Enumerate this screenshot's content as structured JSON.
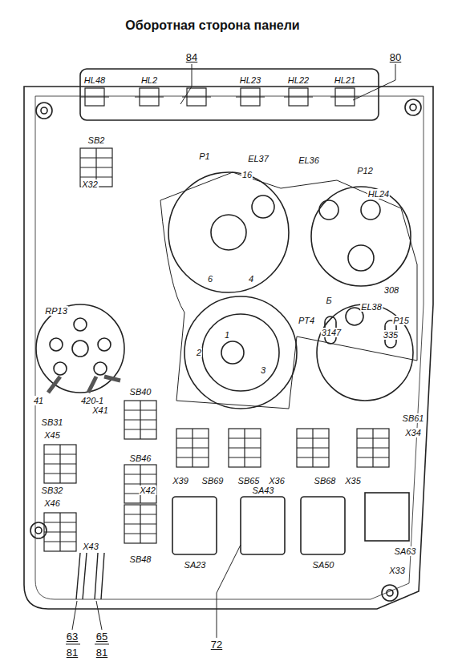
{
  "diagram": {
    "title": "Оборотная сторона панели",
    "labels": [
      "84",
      "80",
      "HL48",
      "HL2",
      "HL23",
      "HL22",
      "HL21",
      "SB2",
      "X32",
      "P1",
      "16",
      "EL37",
      "EL36",
      "P12",
      "HL24",
      "6",
      "4",
      "Б",
      "308",
      "RP13",
      "41",
      "420-1",
      "PT4",
      "1",
      "2",
      "3",
      "3147",
      "EL38",
      "P15",
      "335",
      "SB40",
      "X41",
      "SB31",
      "X45",
      "SB46",
      "X42",
      "SB32",
      "X46",
      "SB48",
      "X43",
      "SB61",
      "X34",
      "X39",
      "SB69",
      "SB65",
      "X36",
      "SB68",
      "X35",
      "SA23",
      "SA43",
      "SA50",
      "SA63",
      "X33",
      "63",
      "81",
      "65",
      "81",
      "72"
    ]
  }
}
